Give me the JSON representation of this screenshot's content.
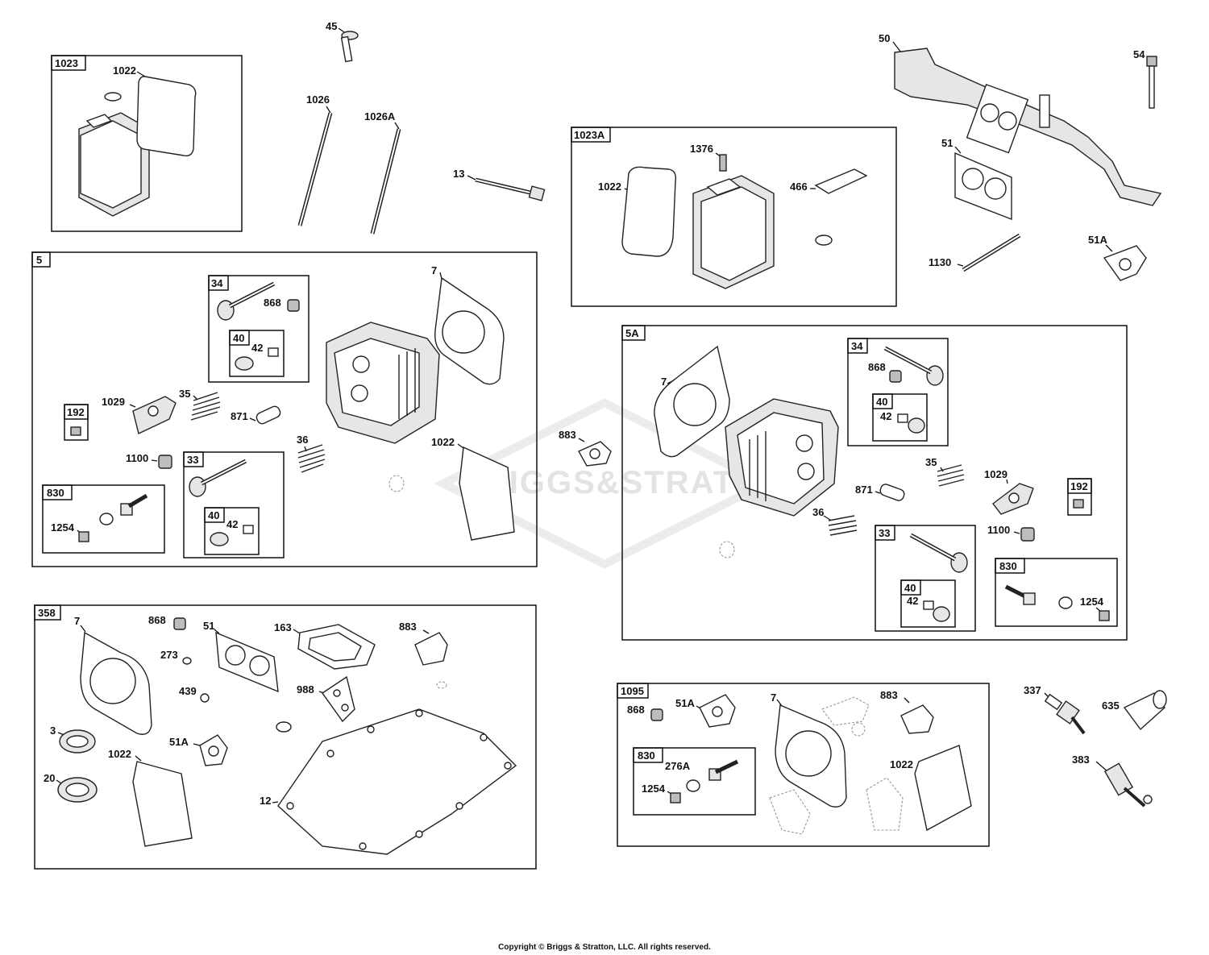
{
  "watermark": "BRIGGS&STRATTON",
  "copyright": "Copyright © Briggs & Stratton, LLC. All rights reserved.",
  "boxes": {
    "b1023": "1023",
    "b1023a": "1023A",
    "b5": "5",
    "b5a": "5A",
    "b358": "358",
    "b1095": "1095",
    "b5_34": "34",
    "b5_40a": "40",
    "b5_192": "192",
    "b5_33": "33",
    "b5_40b": "40",
    "b5_830": "830",
    "b5a_34": "34",
    "b5a_40a": "40",
    "b5a_192": "192",
    "b5a_33": "33",
    "b5a_40b": "40",
    "b5a_830": "830",
    "b1095_830": "830"
  },
  "labels": {
    "l45": "45",
    "l1022_a": "1022",
    "l1026": "1026",
    "l1026a": "1026A",
    "l13": "13",
    "l50": "50",
    "l54": "54",
    "l1376": "1376",
    "l1022_b": "1022",
    "l466": "466",
    "l51": "51",
    "l1130": "1130",
    "l51a_top": "51A",
    "l5_7": "7",
    "l5_868": "868",
    "l5_42a": "42",
    "l5_1029": "1029",
    "l5_35": "35",
    "l5_871": "871",
    "l5_36": "36",
    "l5_1022": "1022",
    "l5_1100": "1100",
    "l5_42b": "42",
    "l5_1254": "1254",
    "l883_mid": "883",
    "l5a_7": "7",
    "l5a_868": "868",
    "l5a_42a": "42",
    "l5a_35": "35",
    "l5a_1029": "1029",
    "l5a_871": "871",
    "l5a_36": "36",
    "l5a_1100": "1100",
    "l5a_42b": "42",
    "l5a_1254": "1254",
    "l358_7": "7",
    "l358_868": "868",
    "l358_51": "51",
    "l358_163": "163",
    "l358_883": "883",
    "l358_273": "273",
    "l358_439": "439",
    "l358_988": "988",
    "l358_3": "3",
    "l358_1022": "1022",
    "l358_51a": "51A",
    "l358_20": "20",
    "l358_12": "12",
    "l1095_868": "868",
    "l1095_51a": "51A",
    "l1095_7": "7",
    "l1095_883": "883",
    "l1095_276a": "276A",
    "l1095_1254": "1254",
    "l1095_1022": "1022",
    "l337": "337",
    "l635": "635",
    "l383": "383"
  }
}
